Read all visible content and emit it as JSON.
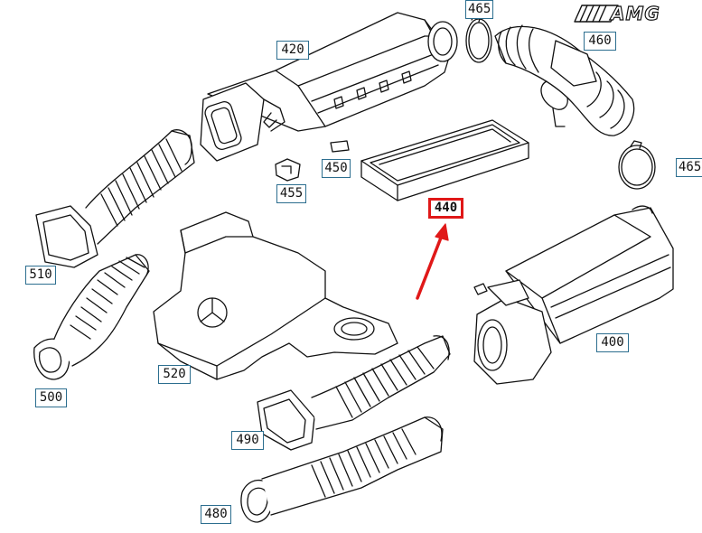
{
  "diagram": {
    "brand_logo_text": "AMG",
    "callouts": [
      {
        "id": "c465a",
        "label": "465"
      },
      {
        "id": "c420",
        "label": "420"
      },
      {
        "id": "c460",
        "label": "460"
      },
      {
        "id": "c450",
        "label": "450"
      },
      {
        "id": "c455",
        "label": "455"
      },
      {
        "id": "c465b",
        "label": "465"
      },
      {
        "id": "c440",
        "label": "440",
        "highlighted": true
      },
      {
        "id": "c510",
        "label": "510"
      },
      {
        "id": "c400",
        "label": "400"
      },
      {
        "id": "c520",
        "label": "520"
      },
      {
        "id": "c500",
        "label": "500"
      },
      {
        "id": "c490",
        "label": "490"
      },
      {
        "id": "c480",
        "label": "480"
      }
    ],
    "highlight_color": "#e01818",
    "callout_border_color": "#2c6e8f"
  }
}
